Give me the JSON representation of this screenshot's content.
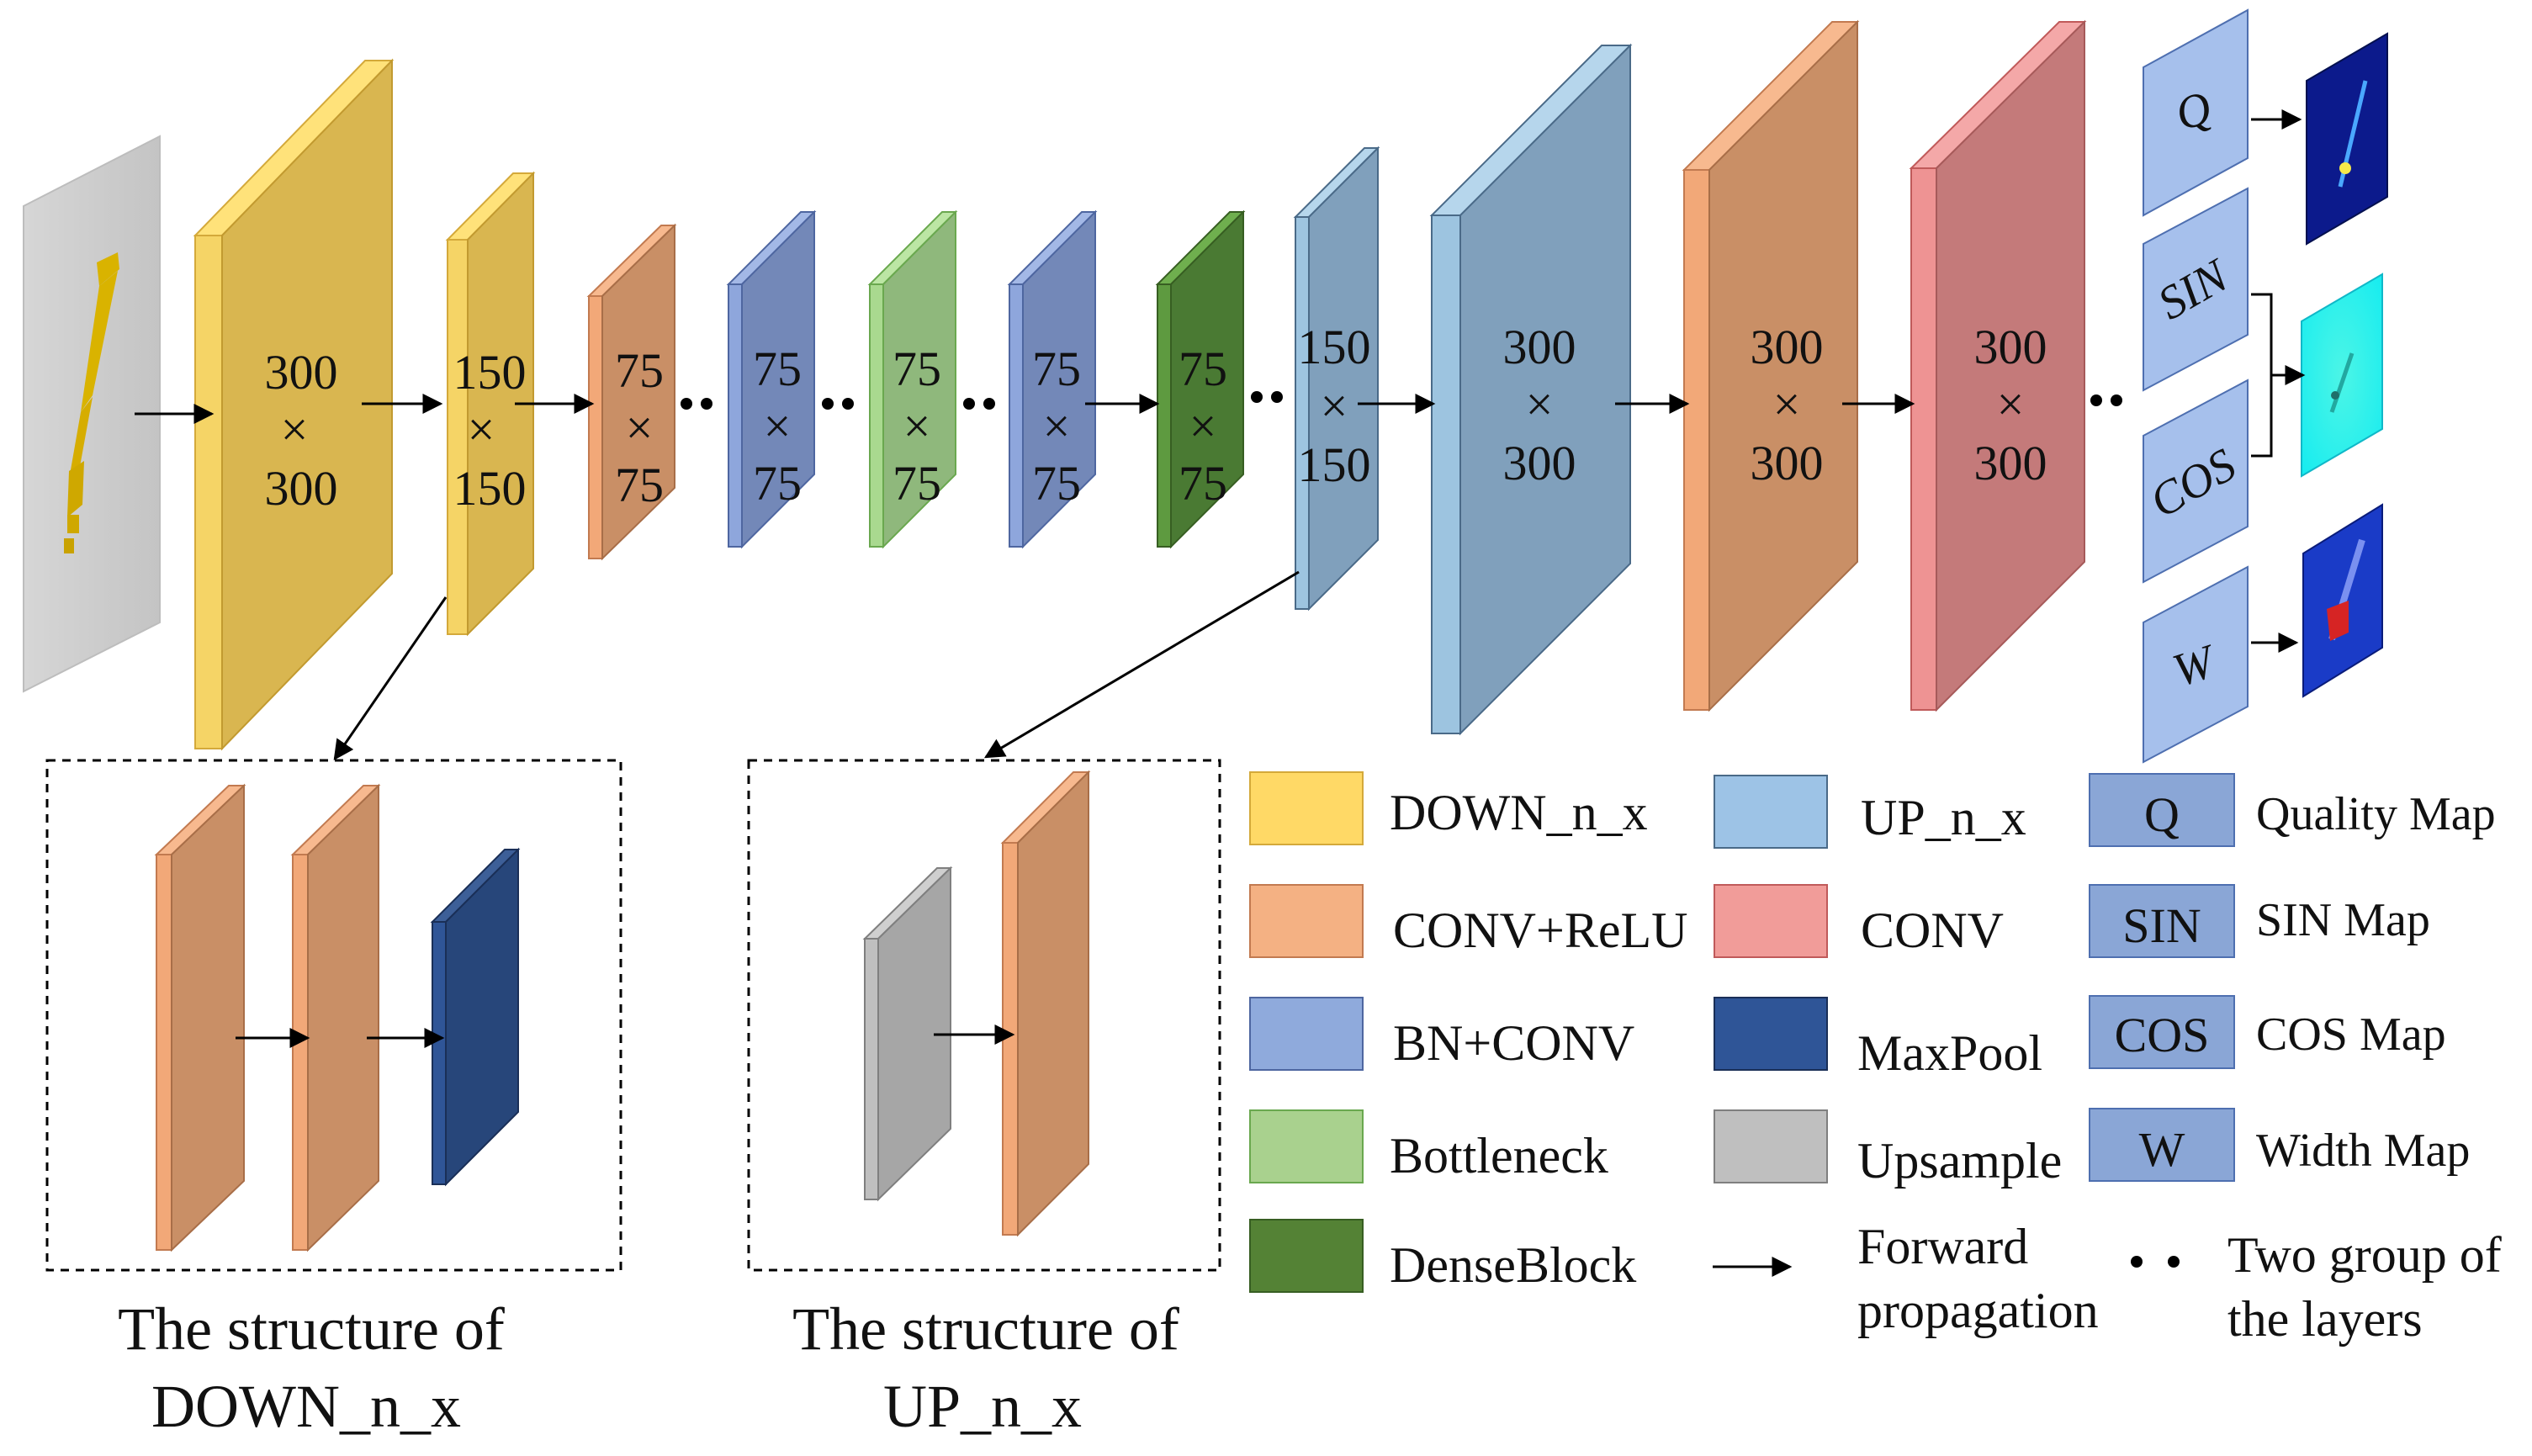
{
  "layers": [
    {
      "type": "input",
      "lines": []
    },
    {
      "type": "down",
      "lines": [
        "300",
        "×",
        "300"
      ]
    },
    {
      "type": "down",
      "lines": [
        "150",
        "×",
        "150"
      ]
    },
    {
      "type": "conv_relu",
      "lines": [
        "75",
        "×",
        "75"
      ]
    },
    {
      "type": "bn_conv",
      "lines": [
        "75",
        "×",
        "75"
      ]
    },
    {
      "type": "bottleneck",
      "lines": [
        "75",
        "×",
        "75"
      ]
    },
    {
      "type": "bn_conv",
      "lines": [
        "75",
        "×",
        "75"
      ]
    },
    {
      "type": "dense",
      "lines": [
        "75",
        "×",
        "75"
      ]
    },
    {
      "type": "up",
      "lines": [
        "150",
        "×",
        "150"
      ]
    },
    {
      "type": "up",
      "lines": [
        "300",
        "×",
        "300"
      ]
    },
    {
      "type": "conv_relu",
      "lines": [
        "300",
        "×",
        "300"
      ]
    },
    {
      "type": "conv",
      "lines": [
        "300",
        "×",
        "300"
      ]
    }
  ],
  "output_heads": [
    "Q",
    "SIN",
    "COS",
    "W"
  ],
  "colors": {
    "down": "#d9b650",
    "down_side": "#f5d466",
    "down_top": "#ffe27a",
    "conv_relu": "#c98f66",
    "conv_relu_side": "#f2a878",
    "conv_relu_top": "#f7b98f",
    "bn_conv": "#7388b8",
    "bn_conv_side": "#8ea6dc",
    "bn_conv_top": "#a3b8e6",
    "bottleneck": "#8fb87c",
    "bottleneck_side": "#a9d98f",
    "bottleneck_top": "#bce6a4",
    "dense": "#4a7a33",
    "dense_side": "#5e9a40",
    "dense_top": "#6faf4e",
    "up": "#80a0bc",
    "up_side": "#9dc4e0",
    "up_top": "#b6d6ec",
    "conv": "#c47a7a",
    "conv_side": "#ee9393",
    "conv_top": "#f4a8a8",
    "maxpool": "#2b4a7d",
    "upsample": "#a6a6a6",
    "head": "#a6c0ec",
    "head_legend": "#8aa6d6"
  },
  "legend": {
    "col1": [
      {
        "label": "DOWN_n_x",
        "color": "#ffd966"
      },
      {
        "label": "CONV+ReLU",
        "color": "#f4b183"
      },
      {
        "label": "BN+CONV",
        "color": "#8faadc"
      },
      {
        "label": "Bottleneck",
        "color": "#a9d18e"
      },
      {
        "label": "DenseBlock",
        "color": "#548235"
      }
    ],
    "col2": [
      {
        "label": "UP_n_x",
        "color": "#9dc3e6"
      },
      {
        "label": "CONV",
        "color": "#f19c99"
      },
      {
        "label": "MaxPool",
        "color": "#2f5597"
      },
      {
        "label": "Upsample",
        "color": "#bfbfbf"
      }
    ],
    "col3": [
      {
        "key": "Q",
        "label": "Quality Map"
      },
      {
        "key": "SIN",
        "label": "SIN Map"
      },
      {
        "key": "COS",
        "label": "COS Map"
      },
      {
        "key": "W",
        "label": "Width Map"
      }
    ],
    "forward": [
      "Forward",
      "propagation"
    ],
    "two_group": [
      "Two group of",
      "the layers"
    ]
  },
  "captions": {
    "down": [
      "The structure of",
      "DOWN_n_x"
    ],
    "up": [
      "The structure of",
      "UP_n_x"
    ]
  }
}
